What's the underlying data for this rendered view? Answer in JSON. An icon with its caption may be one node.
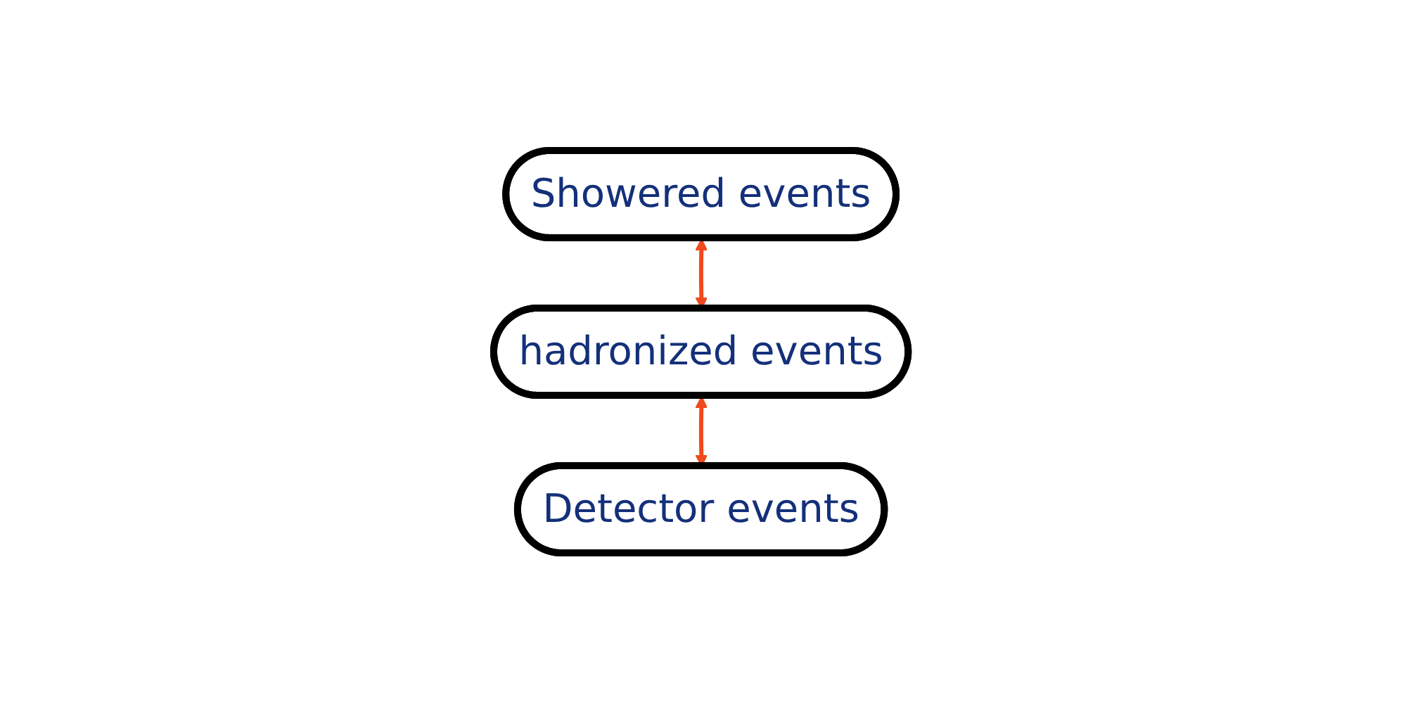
{
  "diagram": {
    "nodes": [
      {
        "text": [
          "Showered events"
        ]
      },
      {
        "text": [
          "hadronized events"
        ]
      },
      {
        "text": [
          "Detector events"
        ]
      }
    ],
    "edges": [
      {
        "from": 0,
        "to": 1,
        "arrow": "both",
        "color": "#f04a1e"
      },
      {
        "from": 1,
        "to": 2,
        "arrow": "both",
        "color": "#f04a1e"
      }
    ]
  }
}
